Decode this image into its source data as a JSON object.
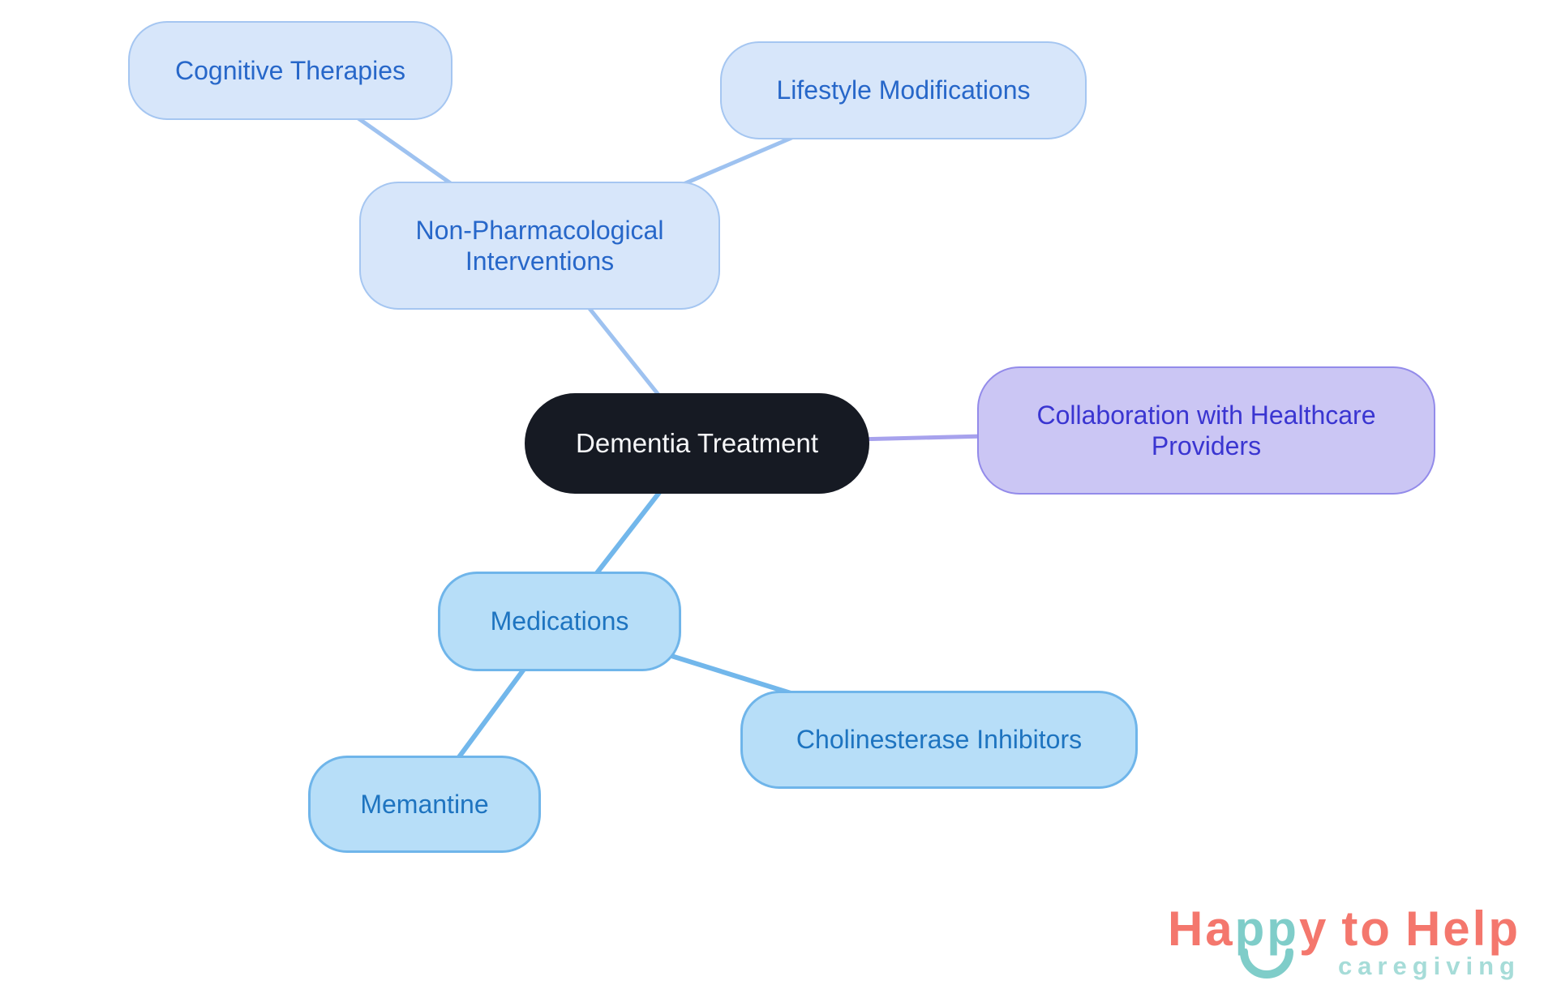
{
  "palette": {
    "background": "#ffffff",
    "root_fill": "#161A23",
    "root_text": "#F6F7F9",
    "periwinkle_fill": "#D7E6FA",
    "periwinkle_border": "#A5C6F1",
    "periwinkle_text": "#2767C9",
    "periwinkle_line": "#9EC2F0",
    "sky_fill": "#B7DEF8",
    "sky_border": "#6FB5EA",
    "sky_text": "#1E74C0",
    "sky_line": "#72B7EB",
    "lavender_fill": "#CBC6F4",
    "lavender_border": "#938BEA",
    "lavender_text": "#3A35D1",
    "lavender_line": "#A7A2ED"
  },
  "mindmap": {
    "root": {
      "label": "Dementia Treatment"
    },
    "branches": [
      {
        "label": "Non-Pharmacological Interventions",
        "children": [
          {
            "label": "Cognitive Therapies"
          },
          {
            "label": "Lifestyle Modifications"
          }
        ]
      },
      {
        "label": "Collaboration with Healthcare Providers",
        "children": []
      },
      {
        "label": "Medications",
        "children": [
          {
            "label": "Memantine"
          },
          {
            "label": "Cholinesterase Inhibitors"
          }
        ]
      }
    ]
  },
  "logo": {
    "word_ha": "Ha",
    "word_pp": "pp",
    "word_y": "y",
    "word_to": "to",
    "word_help": "Help",
    "tagline": "caregiving",
    "coral": "#F4776D",
    "teal": "#7FCDC9",
    "tagline_color": "#A6DCD8"
  }
}
